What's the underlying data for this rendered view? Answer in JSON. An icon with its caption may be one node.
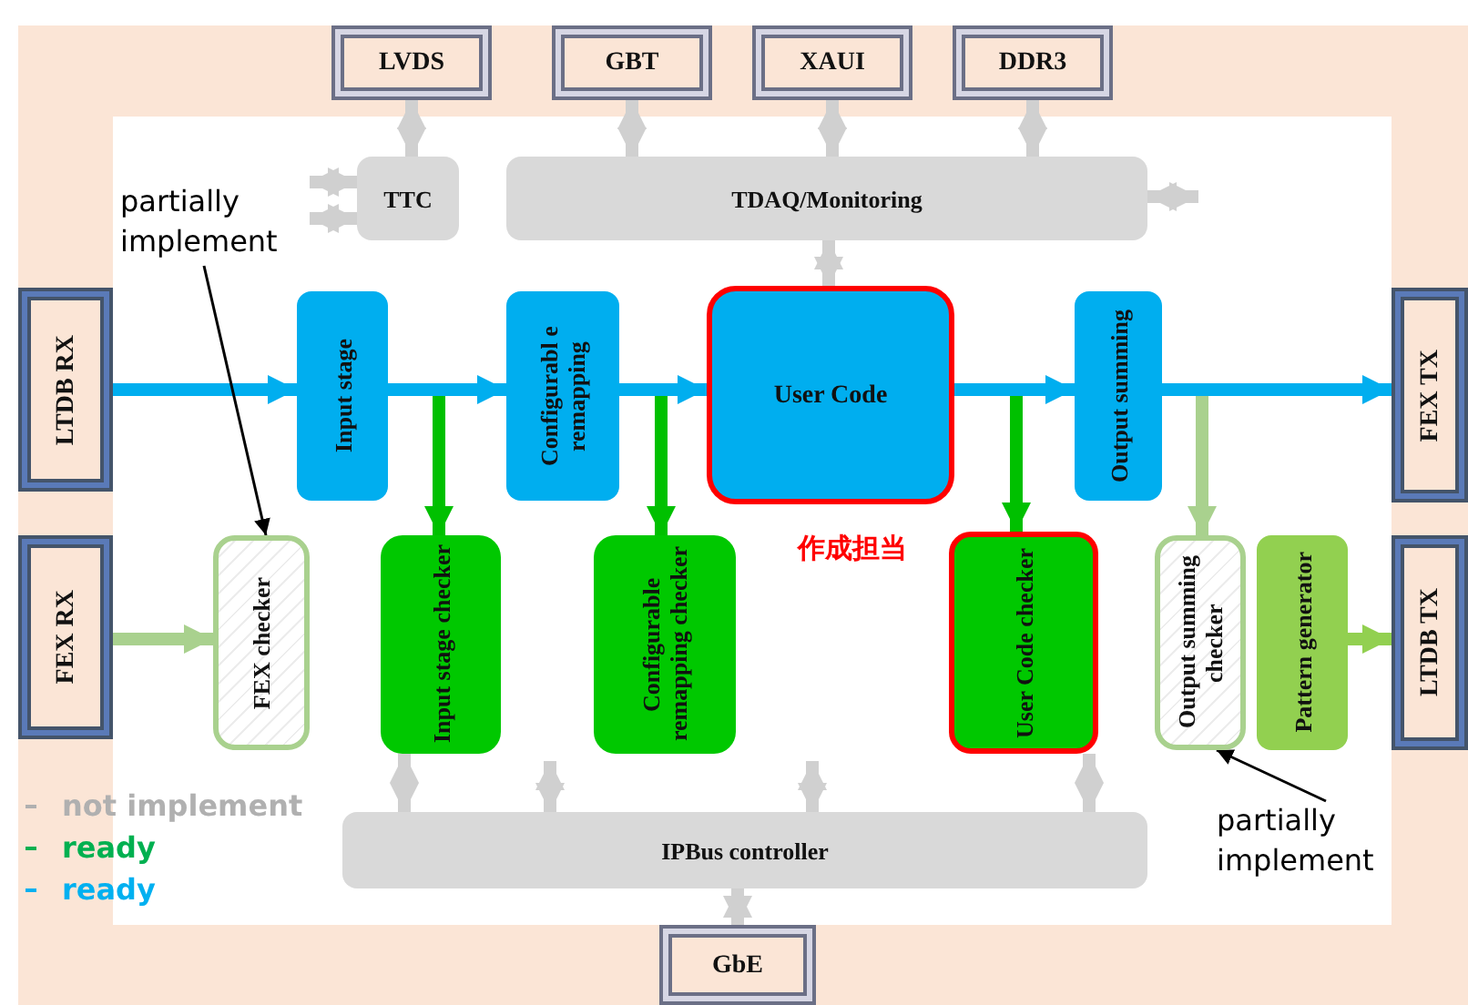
{
  "diagram": {
    "nodes": [
      {
        "text": [
          "LVDS"
        ]
      },
      {
        "text": [
          "GBT"
        ]
      },
      {
        "text": [
          "XAUI"
        ]
      },
      {
        "text": [
          "DDR3"
        ]
      },
      {
        "text": [
          "TTC"
        ]
      },
      {
        "text": [
          "TDAQ/Monitoring"
        ]
      },
      {
        "text": [
          "LTDB RX"
        ]
      },
      {
        "text": [
          "Input stage"
        ]
      },
      {
        "text": [
          "Configurabl e remapping"
        ]
      },
      {
        "text": [
          "User Code"
        ]
      },
      {
        "text": [
          "Output summing"
        ]
      },
      {
        "text": [
          "FEX TX"
        ]
      },
      {
        "text": [
          "FEX RX"
        ]
      },
      {
        "text": [
          "FEX checker"
        ]
      },
      {
        "text": [
          "Input stage checker"
        ]
      },
      {
        "text": [
          "Configurable remapping checker"
        ]
      },
      {
        "text": [
          "User Code checker"
        ]
      },
      {
        "text": [
          "Output summing checker"
        ]
      },
      {
        "text": [
          "Pattern generator"
        ]
      },
      {
        "text": [
          "LTDB TX"
        ]
      },
      {
        "text": [
          "IPBus controller"
        ]
      },
      {
        "text": [
          "GbE"
        ]
      },
      {
        "text": [
          "partially implement"
        ]
      },
      {
        "text": [
          "partially implement"
        ]
      }
    ],
    "edges": [
      {
        "from": 0,
        "to": 4,
        "arrow": "both"
      },
      {
        "from": 1,
        "to": 5,
        "arrow": "both"
      },
      {
        "from": 2,
        "to": 5,
        "arrow": "both"
      },
      {
        "from": 3,
        "to": 5,
        "arrow": "both"
      },
      {
        "from": null,
        "to": 4,
        "arrow": "both"
      },
      {
        "from": null,
        "to": 4,
        "arrow": "both"
      },
      {
        "from": null,
        "to": 5,
        "arrow": "both"
      },
      {
        "from": 5,
        "to": 9,
        "arrow": "both"
      },
      {
        "from": 6,
        "to": 7,
        "arrow": "to",
        "color": "#00aeef"
      },
      {
        "from": 7,
        "to": 8,
        "arrow": "to",
        "color": "#00aeef"
      },
      {
        "from": 8,
        "to": 9,
        "arrow": "to",
        "color": "#00aeef"
      },
      {
        "from": 9,
        "to": 10,
        "arrow": "to",
        "color": "#00aeef"
      },
      {
        "from": 10,
        "to": 11,
        "arrow": "to",
        "color": "#00aeef"
      },
      {
        "from": 7,
        "to": 14,
        "arrow": "to",
        "color": "#00c000"
      },
      {
        "from": 8,
        "to": 15,
        "arrow": "to",
        "color": "#00c000"
      },
      {
        "from": 9,
        "to": 16,
        "arrow": "to",
        "color": "#00c000"
      },
      {
        "from": 10,
        "to": 17,
        "arrow": "to",
        "color": "#a9d18e"
      },
      {
        "from": 12,
        "to": 13,
        "arrow": "to",
        "color": "#a9d18e"
      },
      {
        "from": 18,
        "to": 19,
        "arrow": "to",
        "color": "#92d050"
      },
      {
        "from": 14,
        "to": 20,
        "arrow": "both"
      },
      {
        "from": 15,
        "to": 20,
        "arrow": "both"
      },
      {
        "from": null,
        "to": 20,
        "arrow": "both"
      },
      {
        "from": 16,
        "to": 20,
        "arrow": "both"
      },
      {
        "from": 20,
        "to": 21,
        "arrow": "both"
      },
      {
        "from": 22,
        "to": 13,
        "arrow": "to",
        "color": "#000000"
      },
      {
        "from": 23,
        "to": 17,
        "arrow": "to",
        "color": "#000000"
      }
    ],
    "labels": [
      "作成担当"
    ],
    "legend": [
      {
        "text": "not implement",
        "color": "#b0b0b0"
      },
      {
        "text": "ready",
        "color": "#00b050"
      },
      {
        "text": "ready",
        "color": "#00b0f0"
      }
    ]
  }
}
